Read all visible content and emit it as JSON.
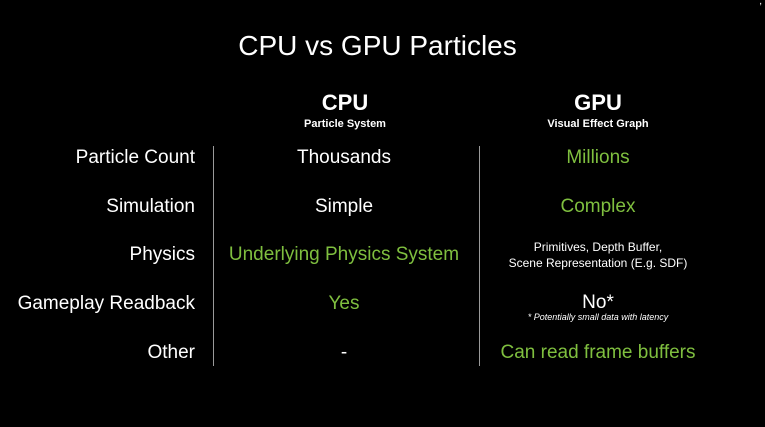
{
  "slide": {
    "title": "CPU vs GPU Particles",
    "columns": [
      {
        "name": "CPU",
        "subtitle": "Particle System"
      },
      {
        "name": "GPU",
        "subtitle": "Visual Effect Graph"
      }
    ],
    "rows": [
      {
        "label": "Particle Count",
        "cpu": "Thousands",
        "gpu": "Millions"
      },
      {
        "label": "Simulation",
        "cpu": "Simple",
        "gpu": "Complex"
      },
      {
        "label": "Physics",
        "cpu": "Underlying Physics System",
        "gpu_line1": "Primitives, Depth Buffer,",
        "gpu_line2": "Scene Representation (E.g. SDF)"
      },
      {
        "label": "Gameplay Readback",
        "cpu": "Yes",
        "gpu": "No*",
        "gpu_note": "* Potentially small data with latency"
      },
      {
        "label": "Other",
        "cpu": "-",
        "gpu": "Can read frame buffers"
      }
    ],
    "corner_mark": ","
  },
  "colors": {
    "background": "#000000",
    "text": "#ffffff",
    "accent_green": "#7fbf3f",
    "divider": "#9a9a9a"
  }
}
